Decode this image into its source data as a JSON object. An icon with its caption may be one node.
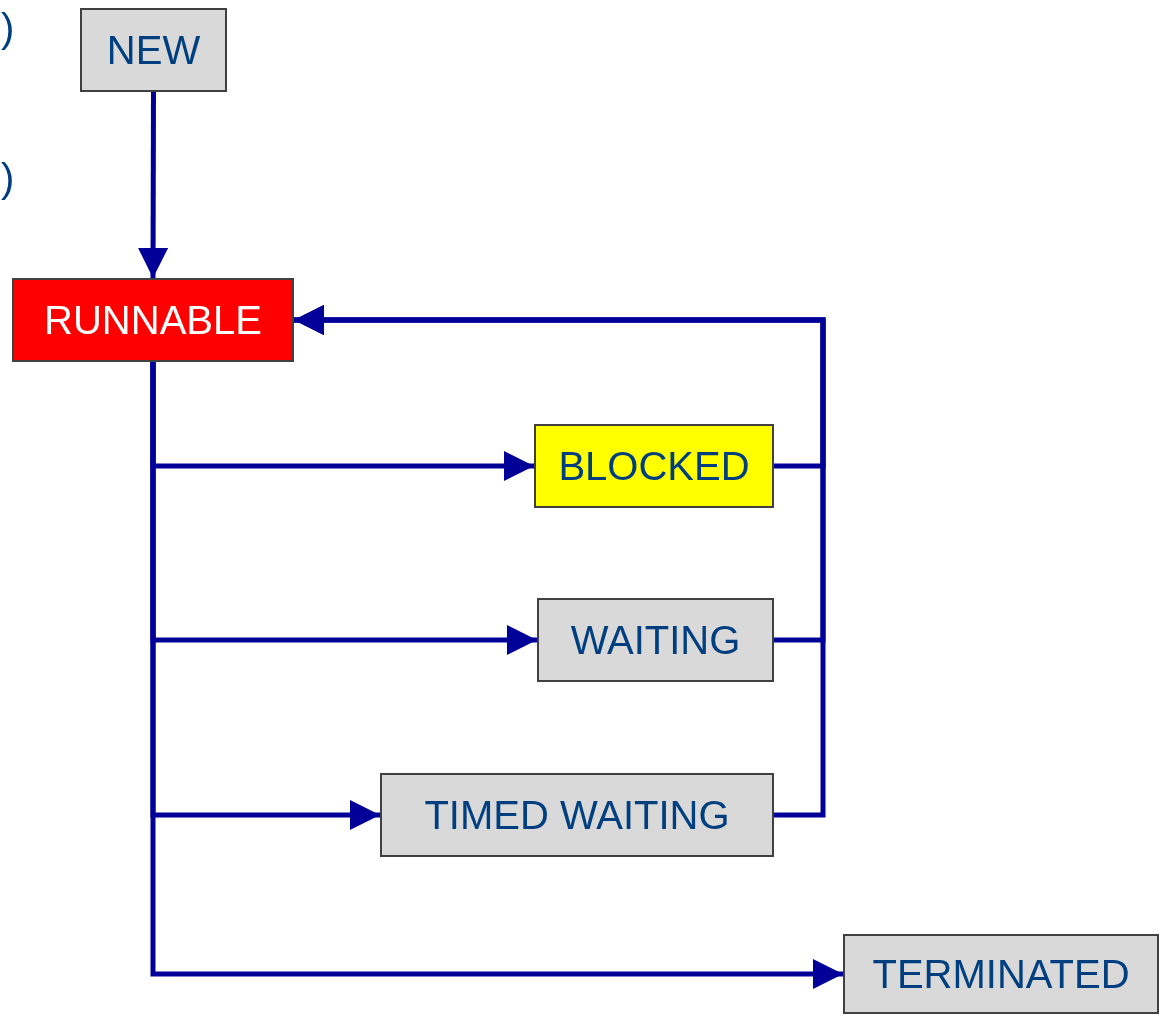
{
  "diagram": {
    "nodes": [
      {
        "text": [
          "NEW"
        ]
      },
      {
        "text": [
          "RUNNABLE"
        ]
      },
      {
        "text": [
          "BLOCKED"
        ]
      },
      {
        "text": [
          "WAITING"
        ]
      },
      {
        "text": [
          "TIMED WAITING"
        ]
      },
      {
        "text": [
          "TERMINATED"
        ]
      }
    ],
    "edges": [
      {
        "from": 0,
        "to": 1,
        "arrow": "to"
      },
      {
        "from": 1,
        "to": 2,
        "arrow": "to"
      },
      {
        "from": 1,
        "to": 3,
        "arrow": "to"
      },
      {
        "from": 1,
        "to": 4,
        "arrow": "to"
      },
      {
        "from": 1,
        "to": 5,
        "arrow": "to"
      },
      {
        "from": 2,
        "to": 1,
        "arrow": "to"
      },
      {
        "from": 3,
        "to": 1,
        "arrow": "to"
      },
      {
        "from": 4,
        "to": 1,
        "arrow": "to"
      }
    ],
    "labels": [
      ")",
      ")"
    ]
  }
}
